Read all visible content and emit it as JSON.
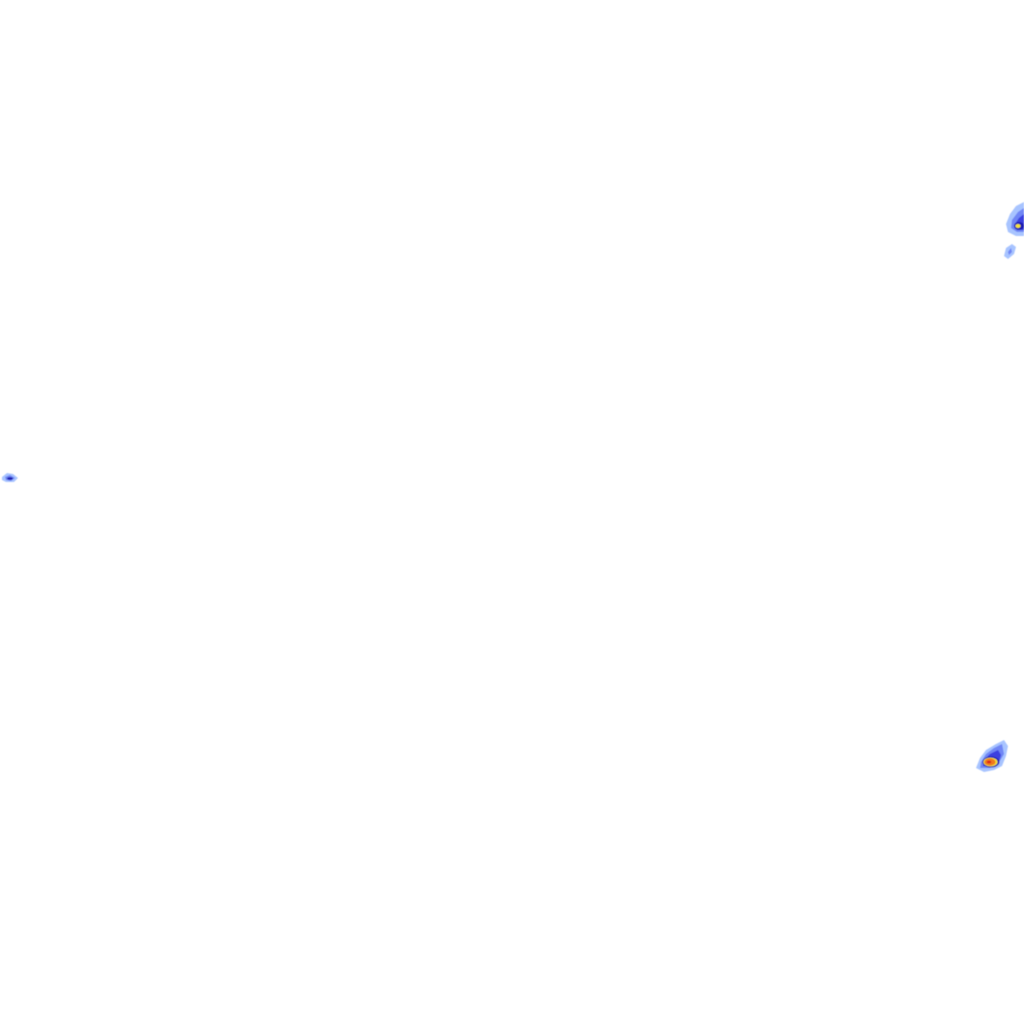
{
  "tile": {
    "background": "#ffffff",
    "kind": "precipitation-radar-overlay",
    "echo_count": 4
  },
  "palette": {
    "light": "#a8c4ff",
    "moderate": "#6f86f5",
    "heavy": "#3a3fe0",
    "intense": "#1e1fb0",
    "very_intense": "#f5e33a",
    "extreme": "#f07a1e",
    "core": "#d9261c"
  },
  "echoes": [
    {
      "id": "echo-northeast-edge",
      "max_intensity": "very_intense"
    },
    {
      "id": "echo-northeast-trail",
      "max_intensity": "light"
    },
    {
      "id": "echo-west-edge",
      "max_intensity": "intense"
    },
    {
      "id": "echo-southeast",
      "max_intensity": "extreme"
    }
  ]
}
